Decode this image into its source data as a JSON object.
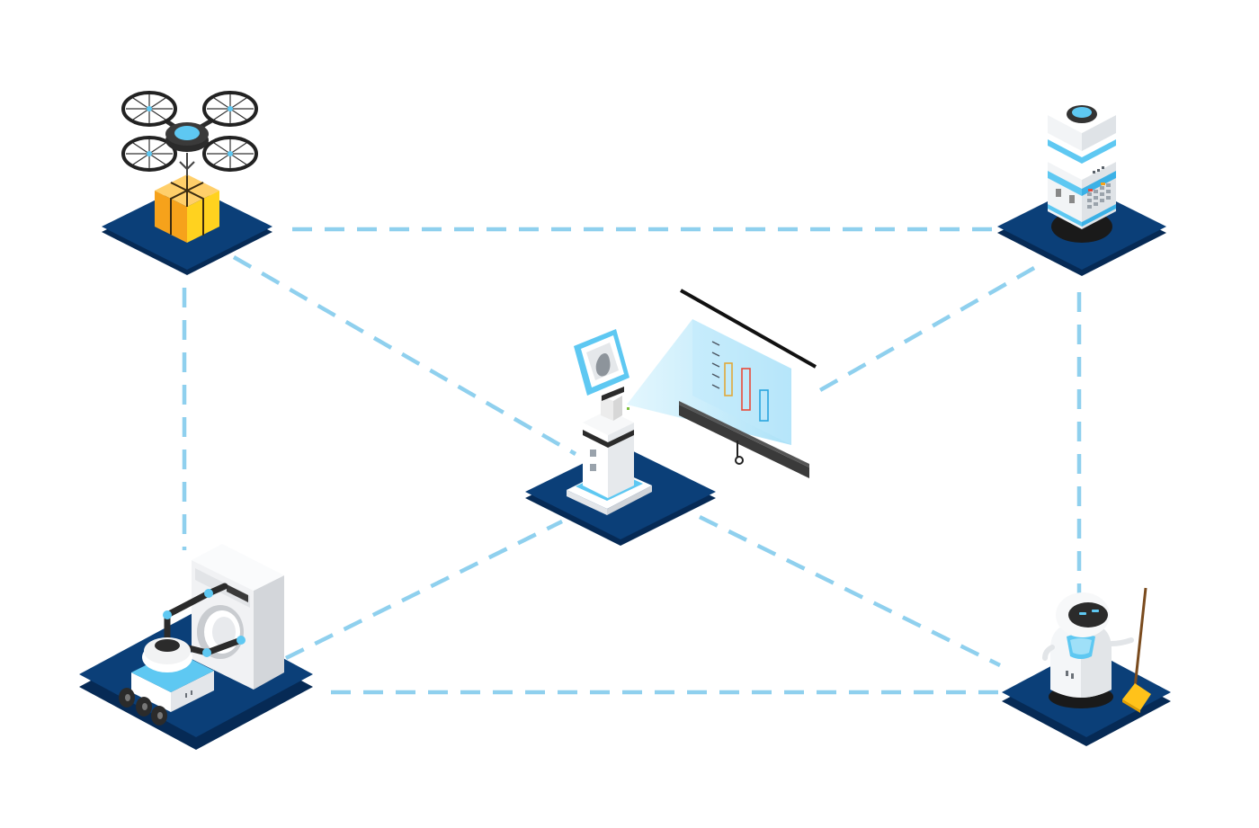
{
  "colors": {
    "background": "#ffffff",
    "platform_top": "#0b3f78",
    "platform_side": "#062a55",
    "connector": "#8fd0ee",
    "accent_blue": "#5ec8f2",
    "robot_white": "#f4f6f8",
    "robot_gray": "#d7dbe0",
    "dark": "#2b2b2b",
    "box_orange": "#f6a21b",
    "box_yellow": "#ffd21f"
  },
  "nodes": [
    {
      "id": "drone",
      "icon": "delivery-drone-icon"
    },
    {
      "id": "server",
      "icon": "server-tower-robot-icon"
    },
    {
      "id": "presenter",
      "icon": "presentation-robot-icon"
    },
    {
      "id": "laundry",
      "icon": "laundry-robot-icon"
    },
    {
      "id": "cleaner",
      "icon": "cleaning-robot-icon"
    }
  ],
  "connections": [
    [
      "drone",
      "server"
    ],
    [
      "drone",
      "laundry"
    ],
    [
      "drone",
      "presenter"
    ],
    [
      "server",
      "cleaner"
    ],
    [
      "server",
      "presenter"
    ],
    [
      "laundry",
      "cleaner"
    ],
    [
      "laundry",
      "presenter"
    ],
    [
      "presenter",
      "cleaner"
    ]
  ]
}
